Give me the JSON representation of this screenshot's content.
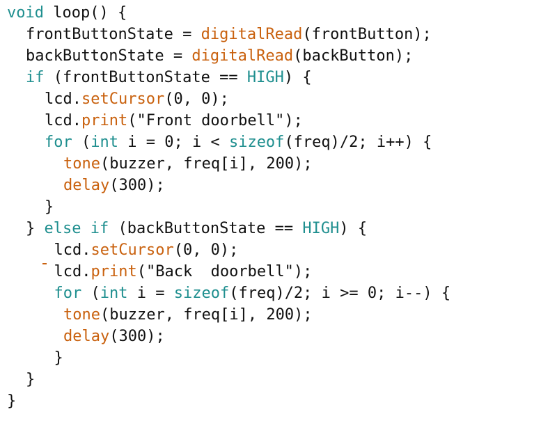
{
  "palette": {
    "background": "#ffffff",
    "text": "#111111",
    "keyword": "#1f8f8f",
    "function": "#c9610e"
  },
  "code": {
    "lines": [
      {
        "indent": 0,
        "tokens": [
          {
            "text": "void",
            "type": "keyword"
          },
          {
            "text": " loop() {",
            "type": "plain"
          }
        ]
      },
      {
        "indent": 1,
        "tokens": [
          {
            "text": "frontButtonState = ",
            "type": "plain"
          },
          {
            "text": "digitalRead",
            "type": "function"
          },
          {
            "text": "(frontButton);",
            "type": "plain"
          }
        ]
      },
      {
        "indent": 1,
        "tokens": [
          {
            "text": "backButtonState = ",
            "type": "plain"
          },
          {
            "text": "digitalRead",
            "type": "function"
          },
          {
            "text": "(backButton);",
            "type": "plain"
          }
        ]
      },
      {
        "indent": 1,
        "tokens": [
          {
            "text": "if",
            "type": "keyword"
          },
          {
            "text": " (frontButtonState == ",
            "type": "plain"
          },
          {
            "text": "HIGH",
            "type": "keyword"
          },
          {
            "text": ") {",
            "type": "plain"
          }
        ]
      },
      {
        "indent": 2,
        "tokens": [
          {
            "text": "lcd.",
            "type": "plain"
          },
          {
            "text": "setCursor",
            "type": "function"
          },
          {
            "text": "(0, 0);",
            "type": "plain"
          }
        ]
      },
      {
        "indent": 2,
        "tokens": [
          {
            "text": "lcd.",
            "type": "plain"
          },
          {
            "text": "print",
            "type": "function"
          },
          {
            "text": "(\"Front doorbell\");",
            "type": "plain"
          }
        ]
      },
      {
        "indent": 2,
        "tokens": [
          {
            "text": "for",
            "type": "keyword"
          },
          {
            "text": " (",
            "type": "plain"
          },
          {
            "text": "int",
            "type": "keyword"
          },
          {
            "text": " i = 0; i < ",
            "type": "plain"
          },
          {
            "text": "sizeof",
            "type": "keyword"
          },
          {
            "text": "(freq)/2; i++) {",
            "type": "plain"
          }
        ]
      },
      {
        "indent": 3,
        "tokens": [
          {
            "text": "tone",
            "type": "function"
          },
          {
            "text": "(buzzer, freq[i], 200);",
            "type": "plain"
          }
        ]
      },
      {
        "indent": 3,
        "tokens": [
          {
            "text": "delay",
            "type": "function"
          },
          {
            "text": "(300);",
            "type": "plain"
          }
        ]
      },
      {
        "indent": 2,
        "tokens": [
          {
            "text": "}",
            "type": "plain"
          }
        ]
      },
      {
        "indent": 1,
        "tokens": [
          {
            "text": "} ",
            "type": "plain"
          },
          {
            "text": "else if",
            "type": "keyword"
          },
          {
            "text": " (backButtonState == ",
            "type": "plain"
          },
          {
            "text": "HIGH",
            "type": "keyword"
          },
          {
            "text": ") {",
            "type": "plain"
          }
        ]
      },
      {
        "indent": 2.5,
        "tokens": [
          {
            "text": "lcd.",
            "type": "plain"
          },
          {
            "text": "setCursor",
            "type": "function"
          },
          {
            "text": "(0, 0);",
            "type": "plain"
          }
        ]
      },
      {
        "indent": 2.5,
        "tokens": [
          {
            "text": "lcd.",
            "type": "plain"
          },
          {
            "text": "print",
            "type": "function"
          },
          {
            "text": "(\"Back  doorbell\");",
            "type": "plain"
          }
        ]
      },
      {
        "indent": 2.5,
        "tokens": [
          {
            "text": "for",
            "type": "keyword"
          },
          {
            "text": " (",
            "type": "plain"
          },
          {
            "text": "int",
            "type": "keyword"
          },
          {
            "text": " i = ",
            "type": "plain"
          },
          {
            "text": "sizeof",
            "type": "keyword"
          },
          {
            "text": "(freq)/2; i >= 0; i--) {",
            "type": "plain"
          }
        ]
      },
      {
        "indent": 3,
        "tokens": [
          {
            "text": "tone",
            "type": "function"
          },
          {
            "text": "(buzzer, freq[i], 200);",
            "type": "plain"
          }
        ]
      },
      {
        "indent": 3,
        "tokens": [
          {
            "text": "delay",
            "type": "function"
          },
          {
            "text": "(300);",
            "type": "plain"
          }
        ]
      },
      {
        "indent": 2.5,
        "tokens": [
          {
            "text": "}",
            "type": "plain"
          }
        ]
      },
      {
        "indent": 1,
        "tokens": [
          {
            "text": "}",
            "type": "plain"
          }
        ]
      },
      {
        "indent": 0,
        "tokens": [
          {
            "text": "}",
            "type": "plain"
          }
        ]
      }
    ]
  }
}
